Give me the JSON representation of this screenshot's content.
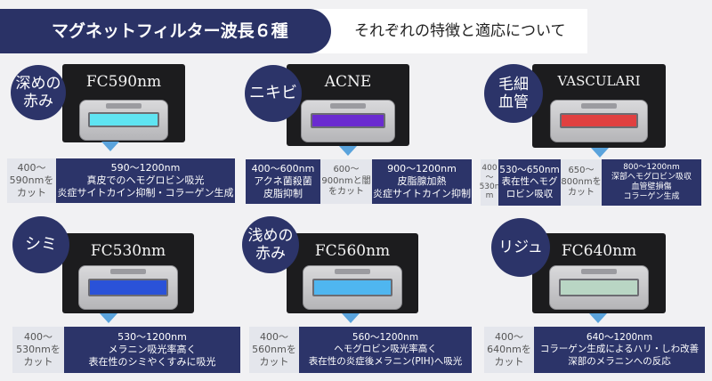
{
  "header": {
    "title": "マグネットフィルター波長６種",
    "subtitle": "それぞれの特徴と適応について"
  },
  "tiles": {
    "fc590": {
      "category": "深めの\n赤み",
      "name": "FC590nm",
      "cut": "400～\n590nmを\nカット",
      "desc": "590～1200nm\n真皮でのヘモグロビン吸光\n炎症サイトカイン抑制・コラーゲン生成",
      "filter_color": "#5fe4f2"
    },
    "acne": {
      "category": "ニキビ",
      "name": "ACNE",
      "band1": "400～600nm\nアクネ菌殺菌\n皮脂抑制",
      "cut": "600～\n900nmと闇\nをカット",
      "band2": "900～1200nm\n皮脂腺加熱\n炎症サイトカイン抑制",
      "filter_color": "#6a2bd0"
    },
    "vasculari": {
      "category": "毛細\n血管",
      "name": "VASCULARI",
      "cut1": "400\n～\n530n\nm",
      "band1": "530～650nm\n表在性ヘモグ\nロビン吸収",
      "cut2": "650～\n800nmを\nカット",
      "band2": "800～1200nm\n深部ヘモグロビン吸収\n血管壁損傷\nコラーゲン生成",
      "filter_color": "#e04040"
    },
    "fc530": {
      "category": "シミ",
      "name": "FC530nm",
      "cut": "400～\n530nmを\nカット",
      "desc": "530～1200nm\nメラニン吸光率高く\n表在性のシミやくすみに吸光",
      "filter_color": "#2a52d8"
    },
    "fc560": {
      "category": "浅めの\n赤み",
      "name": "FC560nm",
      "cut": "400～\n560nmを\nカット",
      "desc": "560～1200nm\nヘモグロビン吸光率高く\n表在性の炎症後メラニン(PIH)へ吸光",
      "filter_color": "#4fb6f0"
    },
    "fc640": {
      "category": "リジュ",
      "name": "FC640nm",
      "cut": "400～\n640nmを\nカット",
      "desc": "640～1200nm\nコラーゲン生成によるハリ・しわ改善\n深部のメラニンへの反応",
      "filter_color": "#b9d6c4"
    }
  },
  "colors": {
    "navy": "#2c3469",
    "header_navy": "#2a3266",
    "cut_gray": "#e4e6ec",
    "arrow_blue": "#5aa3dc"
  }
}
